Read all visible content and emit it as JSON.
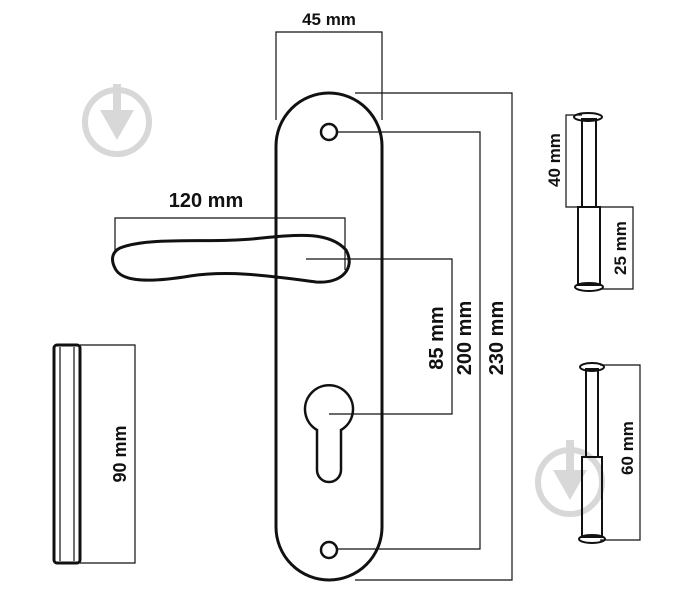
{
  "dimensions": {
    "plate_width": "45 mm",
    "lever_length": "120 mm",
    "screw_spacing": "200 mm",
    "plate_height": "230 mm",
    "lever_to_cylinder": "85 mm",
    "spindle_long": "40 mm",
    "spindle_short": "25 mm",
    "screw_length": "60 mm",
    "square_bar_length": "90 mm"
  },
  "icons": {
    "watermark": "arrow-down-circle-icon"
  },
  "colors": {
    "line": "#111111",
    "watermark": "#d8d8d8",
    "background": "#ffffff"
  }
}
